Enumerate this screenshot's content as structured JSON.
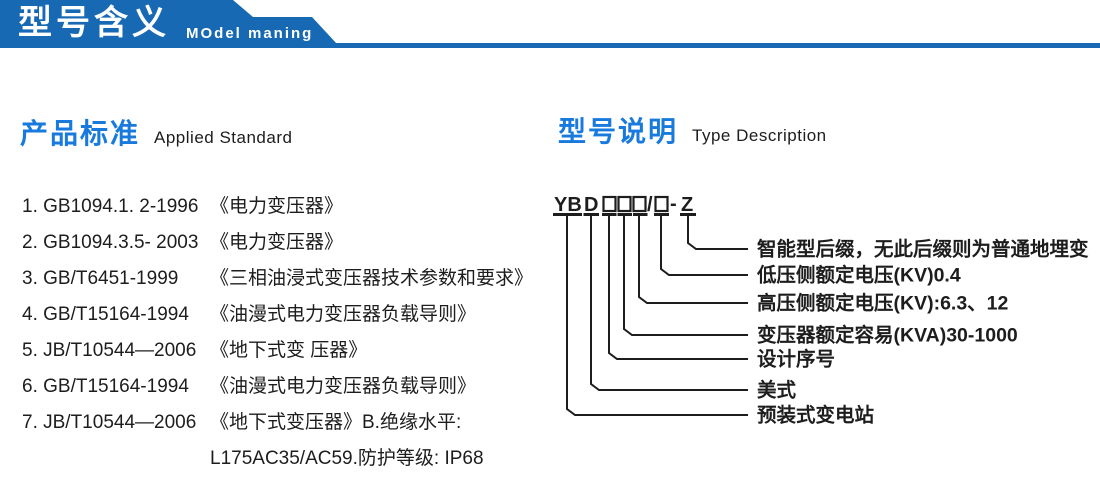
{
  "header": {
    "title": "型号含义",
    "subtitle": "MOdel maning"
  },
  "colors": {
    "banner_blue": "#1769b4",
    "heading_blue": "#187add",
    "ink": "#1d1d1d"
  },
  "sections": {
    "standards": {
      "heading_cn": "产品标准",
      "heading_en": "Applied Standard",
      "items": [
        {
          "code": "1. GB1094.1. 2-1996",
          "title": "《电力变压器》"
        },
        {
          "code": "2. GB1094.3.5- 2003",
          "title": "《电力变压器》"
        },
        {
          "code": "3. GB/T6451-1999",
          "title": "《三相油浸式变压器技术参数和要求》"
        },
        {
          "code": "4. GB/T15164-1994",
          "title": "《油漫式电力变压器负载导则》"
        },
        {
          "code": "5. JB/T10544—2006",
          "title": "《地下式变 压器》"
        },
        {
          "code": "6. GB/T15164-1994",
          "title": "《油漫式电力变压器负载导则》"
        },
        {
          "code": "7. JB/T10544—2006",
          "title": "《地下式变压器》B.绝缘水平:"
        },
        {
          "code": "",
          "title": "L175AC35/AC59.防护等级: IP68"
        }
      ]
    },
    "model": {
      "heading_cn": "型号说明",
      "heading_en": "Type Description",
      "code_segments": {
        "yb": "YB",
        "d": "D",
        "slash": "/",
        "dash": "-",
        "z": "Z"
      },
      "labels": [
        "智能型后缀，无此后缀则为普通地埋变",
        "低压侧额定电压(KV)0.4",
        "高压侧额定电压(KV):6.3、12",
        "变压器额定容易(KVA)30-1000",
        "设计序号",
        "美式",
        "预装式变电站"
      ]
    }
  }
}
